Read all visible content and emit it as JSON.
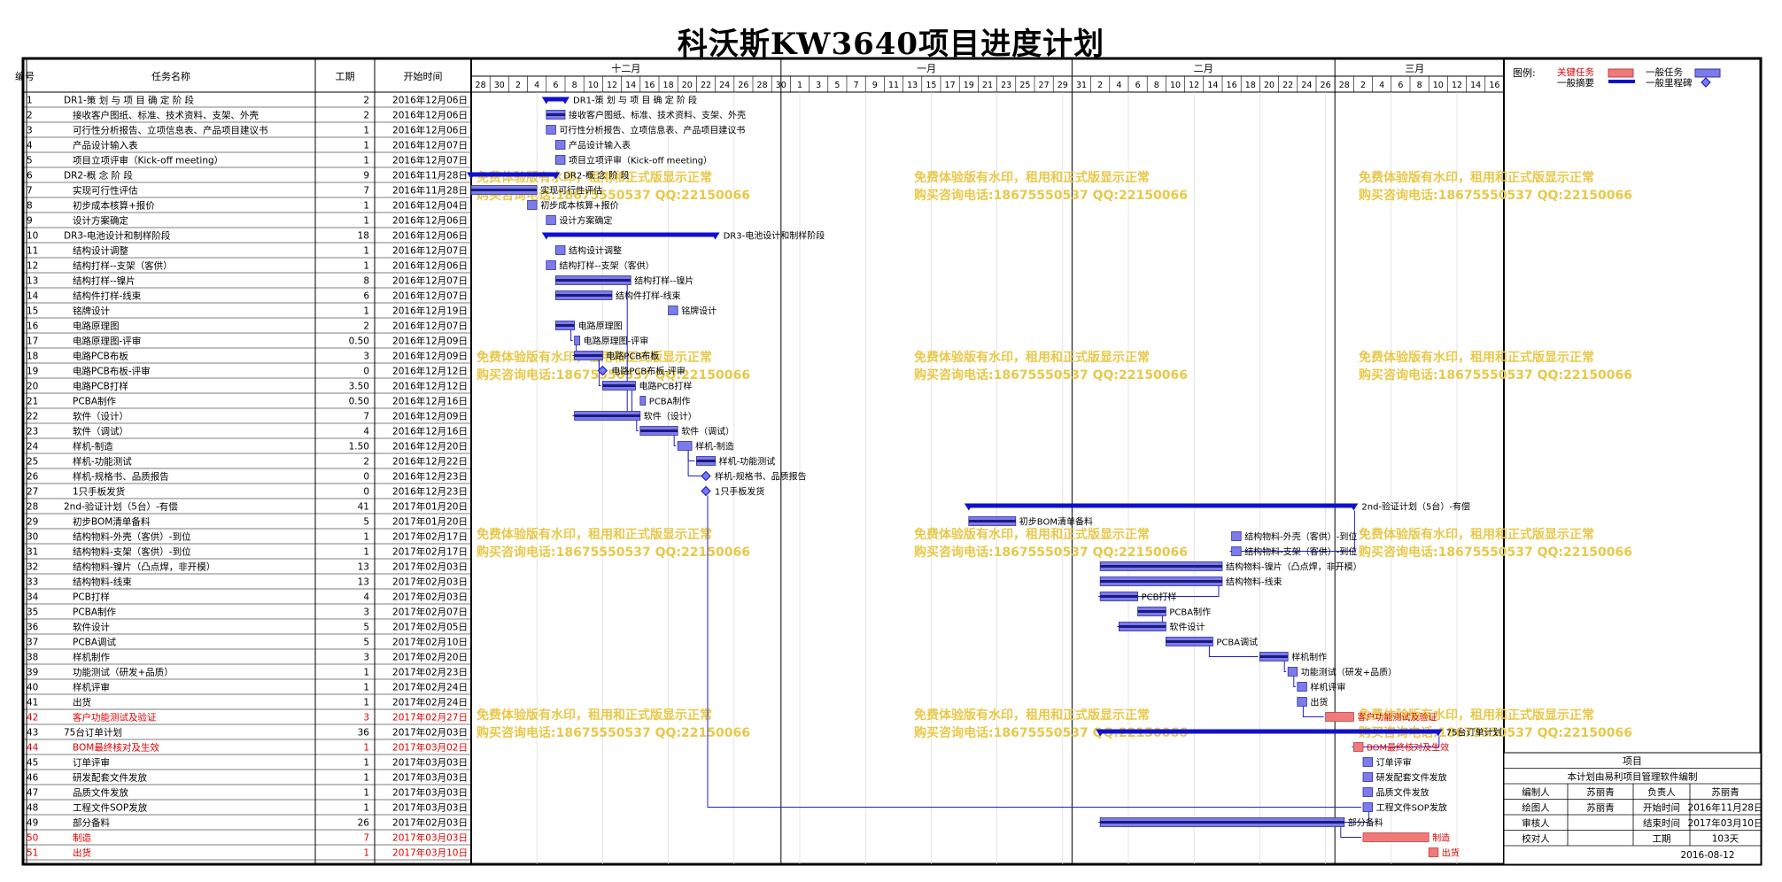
{
  "title": "科沃斯KW3640项目进度计划",
  "columns": {
    "no": "编号",
    "name": "任务名称",
    "dur": "工期",
    "start": "开始时间"
  },
  "months": [
    {
      "label": "十二月",
      "start": "2016-11-28",
      "end": "2016-12-31"
    },
    {
      "label": "一月",
      "start": "2016-12-31",
      "end": "2017-01-31"
    },
    {
      "label": "二月",
      "start": "2017-01-31",
      "end": "2017-02-28"
    },
    {
      "label": "三月",
      "start": "2017-02-28",
      "end": "2017-03-17"
    }
  ],
  "legend": {
    "title": "图例:",
    "critical": "关键任务",
    "general_task": "一般任务",
    "summary": "一般摘要",
    "milestone": "一般里程碑"
  },
  "watermark": {
    "line1": "免费体验版有水印，租用和正式版显示正常",
    "line2": "购买咨询电话:18675550537 QQ:22150066"
  },
  "colors": {
    "task": "#7b7bea",
    "critical": "#f07a7a",
    "summary": "#1010d0",
    "critical_text": "#e00000",
    "watermark": "#e8c84a",
    "grid": "#9a9a9a"
  },
  "info_box": {
    "header": "项目",
    "subtitle": "本计划由易利项目管理软件编制",
    "rows": [
      [
        "编制人",
        "苏丽青",
        "负责人",
        "苏丽青"
      ],
      [
        "绘图人",
        "苏丽青",
        "开始时间",
        "2016年11月28日"
      ],
      [
        "审核人",
        "",
        "结束时间",
        "2017年03月10日"
      ],
      [
        "校对人",
        "",
        "工期",
        "103天"
      ]
    ],
    "date": "2016-08-12"
  },
  "chart_data": {
    "type": "gantt",
    "x_range": [
      "2016-11-28",
      "2017-03-17"
    ],
    "tasks": [
      {
        "no": "1",
        "name": "DR1-策 划 与 项 目 确 定 阶 段",
        "duration": "2",
        "start": "2016年12月06日",
        "start_date": "2016-12-06",
        "days": 2,
        "kind": "summary",
        "critical": false
      },
      {
        "no": "2",
        "name": "接收客户图纸、标准、技术资料、支架、外壳",
        "duration": "2",
        "start": "2016年12月06日",
        "start_date": "2016-12-06",
        "days": 2,
        "kind": "task",
        "critical": false
      },
      {
        "no": "3",
        "name": "可行性分析报告、立项信息表、产品项目建议书",
        "duration": "1",
        "start": "2016年12月06日",
        "start_date": "2016-12-06",
        "days": 1,
        "kind": "task",
        "critical": false
      },
      {
        "no": "4",
        "name": "产品设计输入表",
        "duration": "1",
        "start": "2016年12月07日",
        "start_date": "2016-12-07",
        "days": 1,
        "kind": "task",
        "critical": false
      },
      {
        "no": "5",
        "name": "项目立项评审（Kick-off meeting）",
        "duration": "1",
        "start": "2016年12月07日",
        "start_date": "2016-12-07",
        "days": 1,
        "kind": "task",
        "critical": false
      },
      {
        "no": "6",
        "name": "DR2-概 念 阶 段",
        "duration": "9",
        "start": "2016年11月28日",
        "start_date": "2016-11-28",
        "days": 9,
        "kind": "summary",
        "critical": false
      },
      {
        "no": "7",
        "name": "实现可行性评估",
        "duration": "7",
        "start": "2016年11月28日",
        "start_date": "2016-11-28",
        "days": 7,
        "kind": "task",
        "critical": false
      },
      {
        "no": "8",
        "name": "初步成本核算+报价",
        "duration": "1",
        "start": "2016年12月04日",
        "start_date": "2016-12-04",
        "days": 1,
        "kind": "task",
        "critical": false
      },
      {
        "no": "9",
        "name": "设计方案确定",
        "duration": "1",
        "start": "2016年12月06日",
        "start_date": "2016-12-06",
        "days": 1,
        "kind": "task",
        "critical": false
      },
      {
        "no": "10",
        "name": "DR3-电池设计和制样阶段",
        "duration": "18",
        "start": "2016年12月06日",
        "start_date": "2016-12-06",
        "days": 18,
        "kind": "summary",
        "critical": false
      },
      {
        "no": "11",
        "name": "结构设计调整",
        "duration": "1",
        "start": "2016年12月07日",
        "start_date": "2016-12-07",
        "days": 1,
        "kind": "task",
        "critical": false
      },
      {
        "no": "12",
        "name": "结构打样--支架（客供）",
        "duration": "1",
        "start": "2016年12月06日",
        "start_date": "2016-12-06",
        "days": 1,
        "kind": "task",
        "critical": false
      },
      {
        "no": "13",
        "name": "结构打样--镍片",
        "duration": "8",
        "start": "2016年12月07日",
        "start_date": "2016-12-07",
        "days": 8,
        "kind": "task",
        "critical": false
      },
      {
        "no": "14",
        "name": "结构件打样-线束",
        "duration": "6",
        "start": "2016年12月07日",
        "start_date": "2016-12-07",
        "days": 6,
        "kind": "task",
        "critical": false
      },
      {
        "no": "15",
        "name": "铭牌设计",
        "duration": "1",
        "start": "2016年12月19日",
        "start_date": "2016-12-19",
        "days": 1,
        "kind": "task",
        "critical": false
      },
      {
        "no": "16",
        "name": "电路原理图",
        "duration": "2",
        "start": "2016年12月07日",
        "start_date": "2016-12-07",
        "days": 2,
        "kind": "task",
        "critical": false
      },
      {
        "no": "17",
        "name": "电路原理图-评审",
        "duration": "0.50",
        "start": "2016年12月09日",
        "start_date": "2016-12-09",
        "days": 0.5,
        "kind": "task",
        "critical": false
      },
      {
        "no": "18",
        "name": "电路PCB布板",
        "duration": "3",
        "start": "2016年12月09日",
        "start_date": "2016-12-09",
        "days": 3,
        "kind": "task",
        "critical": false
      },
      {
        "no": "19",
        "name": "电路PCB布板-评审",
        "duration": "0",
        "start": "2016年12月12日",
        "start_date": "2016-12-12",
        "days": 0,
        "kind": "milestone",
        "critical": false
      },
      {
        "no": "20",
        "name": "电路PCB打样",
        "duration": "3.50",
        "start": "2016年12月12日",
        "start_date": "2016-12-12",
        "days": 3.5,
        "kind": "task",
        "critical": false
      },
      {
        "no": "21",
        "name": "PCBA制作",
        "duration": "0.50",
        "start": "2016年12月16日",
        "start_date": "2016-12-16",
        "days": 0.5,
        "kind": "task",
        "critical": false
      },
      {
        "no": "22",
        "name": "软件（设计）",
        "duration": "7",
        "start": "2016年12月09日",
        "start_date": "2016-12-09",
        "days": 7,
        "kind": "task",
        "critical": false
      },
      {
        "no": "23",
        "name": "软件（调试）",
        "duration": "4",
        "start": "2016年12月16日",
        "start_date": "2016-12-16",
        "days": 4,
        "kind": "task",
        "critical": false
      },
      {
        "no": "24",
        "name": "样机-制造",
        "duration": "1.50",
        "start": "2016年12月20日",
        "start_date": "2016-12-20",
        "days": 1.5,
        "kind": "task",
        "critical": false
      },
      {
        "no": "25",
        "name": "样机-功能测试",
        "duration": "2",
        "start": "2016年12月22日",
        "start_date": "2016-12-22",
        "days": 2,
        "kind": "task",
        "critical": false
      },
      {
        "no": "26",
        "name": "样机-规格书、品质报告",
        "duration": "0",
        "start": "2016年12月23日",
        "start_date": "2016-12-23",
        "days": 0,
        "kind": "milestone",
        "critical": false
      },
      {
        "no": "27",
        "name": "1只手板发货",
        "duration": "0",
        "start": "2016年12月23日",
        "start_date": "2016-12-23",
        "days": 0,
        "kind": "milestone",
        "critical": false
      },
      {
        "no": "28",
        "name": "2nd-验证计划（5台）-有偿",
        "duration": "41",
        "start": "2017年01月20日",
        "start_date": "2017-01-20",
        "days": 41,
        "kind": "summary",
        "critical": false
      },
      {
        "no": "29",
        "name": "初步BOM清单备料",
        "duration": "5",
        "start": "2017年01月20日",
        "start_date": "2017-01-20",
        "days": 5,
        "kind": "task",
        "critical": false
      },
      {
        "no": "30",
        "name": "结构物料-外壳（客供）-到位",
        "duration": "1",
        "start": "2017年02月17日",
        "start_date": "2017-02-17",
        "days": 1,
        "kind": "task",
        "critical": false
      },
      {
        "no": "31",
        "name": "结构物料-支架（客供）-到位",
        "duration": "1",
        "start": "2017年02月17日",
        "start_date": "2017-02-17",
        "days": 1,
        "kind": "task",
        "critical": false
      },
      {
        "no": "32",
        "name": "结构物料-镍片（凸点焊，非开模）",
        "duration": "13",
        "start": "2017年02月03日",
        "start_date": "2017-02-03",
        "days": 13,
        "kind": "task",
        "critical": false
      },
      {
        "no": "33",
        "name": "结构物料-线束",
        "duration": "13",
        "start": "2017年02月03日",
        "start_date": "2017-02-03",
        "days": 13,
        "kind": "task",
        "critical": false
      },
      {
        "no": "34",
        "name": "PCB打样",
        "duration": "4",
        "start": "2017年02月03日",
        "start_date": "2017-02-03",
        "days": 4,
        "kind": "task",
        "critical": false
      },
      {
        "no": "35",
        "name": "PCBA制作",
        "duration": "3",
        "start": "2017年02月07日",
        "start_date": "2017-02-07",
        "days": 3,
        "kind": "task",
        "critical": false
      },
      {
        "no": "36",
        "name": "软件设计",
        "duration": "5",
        "start": "2017年02月05日",
        "start_date": "2017-02-05",
        "days": 5,
        "kind": "task",
        "critical": false
      },
      {
        "no": "37",
        "name": "PCBA调试",
        "duration": "5",
        "start": "2017年02月10日",
        "start_date": "2017-02-10",
        "days": 5,
        "kind": "task",
        "critical": false
      },
      {
        "no": "38",
        "name": "样机制作",
        "duration": "3",
        "start": "2017年02月20日",
        "start_date": "2017-02-20",
        "days": 3,
        "kind": "task",
        "critical": false
      },
      {
        "no": "39",
        "name": "功能测试（研发+品质）",
        "duration": "1",
        "start": "2017年02月23日",
        "start_date": "2017-02-23",
        "days": 1,
        "kind": "task",
        "critical": false
      },
      {
        "no": "40",
        "name": "样机评审",
        "duration": "1",
        "start": "2017年02月24日",
        "start_date": "2017-02-24",
        "days": 1,
        "kind": "task",
        "critical": false
      },
      {
        "no": "41",
        "name": "出货",
        "duration": "1",
        "start": "2017年02月24日",
        "start_date": "2017-02-24",
        "days": 1,
        "kind": "task",
        "critical": false
      },
      {
        "no": "42",
        "name": "客户功能测试及验证",
        "duration": "3",
        "start": "2017年02月27日",
        "start_date": "2017-02-27",
        "days": 3,
        "kind": "task",
        "critical": true
      },
      {
        "no": "43",
        "name": "75台订单计划",
        "duration": "36",
        "start": "2017年02月03日",
        "start_date": "2017-02-03",
        "days": 36,
        "kind": "summary",
        "critical": false
      },
      {
        "no": "44",
        "name": "BOM最终核对及生效",
        "duration": "1",
        "start": "2017年03月02日",
        "start_date": "2017-03-02",
        "days": 1,
        "kind": "task",
        "critical": true
      },
      {
        "no": "45",
        "name": "订单评审",
        "duration": "1",
        "start": "2017年03月03日",
        "start_date": "2017-03-03",
        "days": 1,
        "kind": "task",
        "critical": false
      },
      {
        "no": "46",
        "name": "研发配套文件发放",
        "duration": "1",
        "start": "2017年03月03日",
        "start_date": "2017-03-03",
        "days": 1,
        "kind": "task",
        "critical": false
      },
      {
        "no": "47",
        "name": "品质文件发放",
        "duration": "1",
        "start": "2017年03月03日",
        "start_date": "2017-03-03",
        "days": 1,
        "kind": "task",
        "critical": false
      },
      {
        "no": "48",
        "name": "工程文件SOP发放",
        "duration": "1",
        "start": "2017年03月03日",
        "start_date": "2017-03-03",
        "days": 1,
        "kind": "task",
        "critical": false
      },
      {
        "no": "49",
        "name": "部分备料",
        "duration": "26",
        "start": "2017年02月03日",
        "start_date": "2017-02-03",
        "days": 26,
        "kind": "task",
        "critical": false
      },
      {
        "no": "50",
        "name": "制造",
        "duration": "7",
        "start": "2017年03月03日",
        "start_date": "2017-03-03",
        "days": 7,
        "kind": "task",
        "critical": true
      },
      {
        "no": "51",
        "name": "出货",
        "duration": "1",
        "start": "2017年03月10日",
        "start_date": "2017-03-10",
        "days": 1,
        "kind": "task",
        "critical": true
      }
    ]
  }
}
